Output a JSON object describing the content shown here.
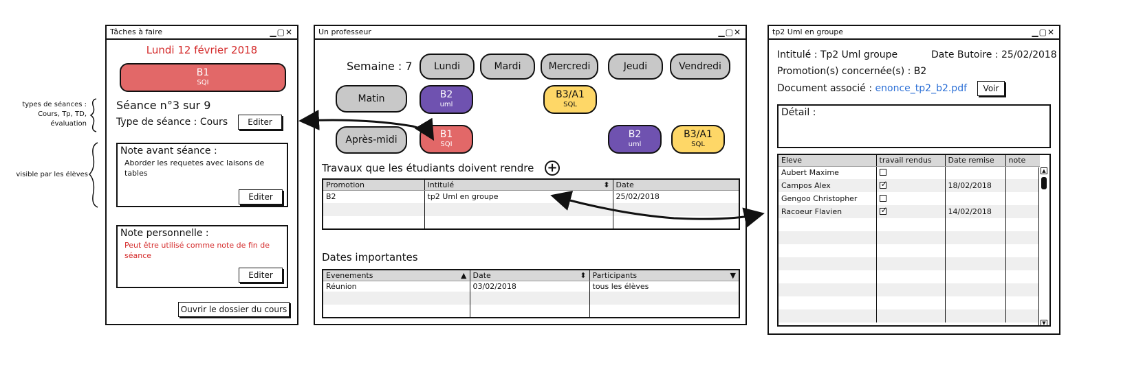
{
  "annotations": {
    "session_types": [
      "types de séances :",
      "Cours, Tp, TD,",
      "évaluation"
    ],
    "visible_students": "visible par les élèves"
  },
  "left_window": {
    "title": "Tâches à faire",
    "controls": "▁▢✕",
    "date": "Lundi 12 février 2018",
    "course_card": {
      "title": "B1",
      "subtitle": "SQI"
    },
    "session_number": "Séance n°3 sur 9",
    "session_type": "Type de séance : Cours",
    "edit_label": "Editer",
    "note_before": {
      "heading": "Note avant séance :",
      "text": "Aborder les requetes avec laisons de tables",
      "edit_label": "Editer"
    },
    "personal_note": {
      "heading": "Note personnelle :",
      "text": "Peut être utilisé comme note de fin de séance",
      "edit_label": "Editer"
    },
    "open_folder_label": "Ouvrir le dossier du cours"
  },
  "middle_window": {
    "title": "Un professeur",
    "controls": "▁▢✕",
    "week_label": "Semaine : 7",
    "days": [
      "Lundi",
      "Mardi",
      "Mercredi",
      "Jeudi",
      "Vendredi"
    ],
    "morning_label": "Matin",
    "afternoon_label": "Après-midi",
    "morning_slots": [
      {
        "title": "B2",
        "subtitle": "uml"
      },
      {
        "title": "B3/A1",
        "subtitle": "SQL"
      }
    ],
    "afternoon_slots": [
      {
        "title": "B1",
        "subtitle": "SQI"
      },
      {
        "title": "B2",
        "subtitle": "uml"
      },
      {
        "title": "B3/A1",
        "subtitle": "SQL"
      }
    ],
    "assignments_title": "Travaux que les étudiants doivent rendre",
    "assignments_headers": [
      "Promotion",
      "Intitulé",
      "Date"
    ],
    "assignments_rows": [
      [
        "B2",
        "tp2 Uml en groupe",
        "25/02/2018"
      ]
    ],
    "important_dates_title": "Dates importantes",
    "events_headers": [
      "Evenements",
      "Date",
      "Participants"
    ],
    "events_rows": [
      [
        "Réunion",
        "03/02/2018",
        "tous les élèves"
      ]
    ]
  },
  "right_window": {
    "title": "tp2 Uml en groupe",
    "controls": "▁▢✕",
    "intitule": "Intitulé : Tp2 Uml groupe",
    "deadline": "Date Butoire : 25/02/2018",
    "promotions": "Promotion(s) concernée(s) : B2",
    "document_label": "Document associé :",
    "document_link": "enonce_tp2_b2.pdf",
    "view_label": "Voir",
    "detail_label": "Détail :",
    "headers": [
      "Eleve",
      "travail rendus",
      "Date remise",
      "note"
    ],
    "students": [
      {
        "name": "Aubert Maxime",
        "submitted": false,
        "date": ""
      },
      {
        "name": "Campos Alex",
        "submitted": true,
        "date": "18/02/2018"
      },
      {
        "name": "Gengoo Christopher",
        "submitted": false,
        "date": ""
      },
      {
        "name": "Racoeur Flavien",
        "submitted": true,
        "date": "14/02/2018"
      }
    ]
  },
  "colors": {
    "red": "#e26868",
    "purple": "#6f52b0",
    "yellow": "#fed767",
    "gray": "#c8c8c8",
    "date_red": "#d42a2a",
    "link_blue": "#2b6fd6"
  }
}
